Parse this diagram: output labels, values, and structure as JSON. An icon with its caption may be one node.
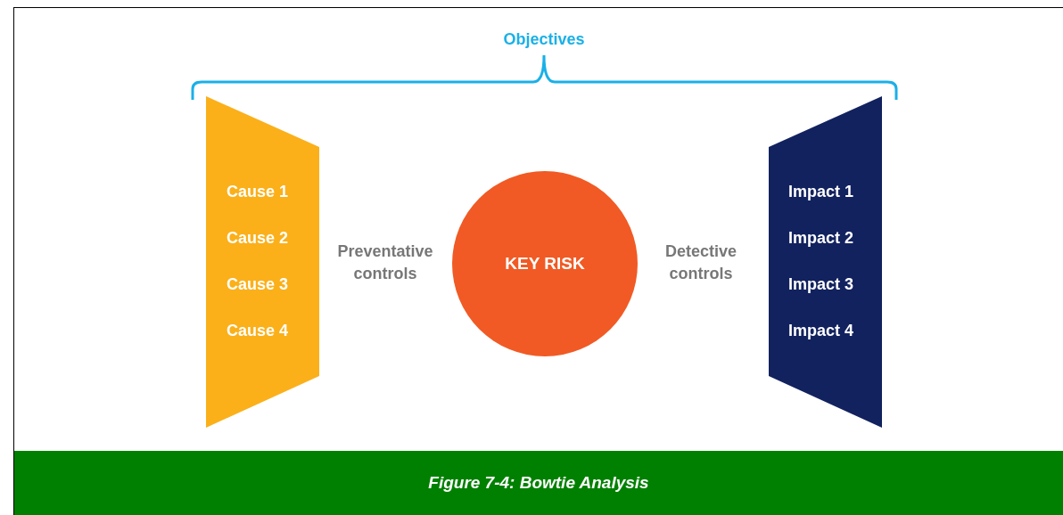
{
  "diagram": {
    "caption": "Figure 7-4: Bowtie Analysis",
    "nodes": [
      {
        "text": [
          "Cause 1",
          "Cause 2",
          "Cause 3",
          "Cause 4"
        ]
      },
      {
        "text": [
          "KEY RISK"
        ]
      },
      {
        "text": [
          "Impact 1",
          "Impact 2",
          "Impact 3",
          "Impact 4"
        ]
      }
    ],
    "labels": [
      "Objectives",
      "Preventative controls",
      "Detective controls"
    ]
  }
}
